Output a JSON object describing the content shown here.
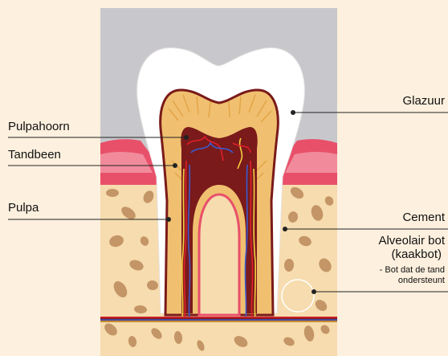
{
  "labels": {
    "pulp_horn": "Pulpahoorn",
    "dentin": "Tandbeen",
    "pulp": "Pulpa",
    "enamel": "Glazuur",
    "cementum": "Cement",
    "alveolar_bone": "Alveolair bot",
    "alveolar_bone_sub": "(kaakbot)",
    "bone_note_1": "- Bot dat de tand",
    "bone_note_2": "ondersteunt"
  },
  "colors": {
    "background": "#fdf0de",
    "sky": "#c8c8cc",
    "enamel": "#ffffff",
    "dentin": "#f0c070",
    "dentin_stripe": "#e3a448",
    "pulp": "#7a1a1a",
    "gum": "#e8506a",
    "bone": "#f6dcae",
    "bone_spot": "#c49566",
    "nerve_red": "#e0202a",
    "nerve_blue": "#3a5bd0",
    "nerve_yellow": "#f5d040",
    "leader": "#222222"
  }
}
